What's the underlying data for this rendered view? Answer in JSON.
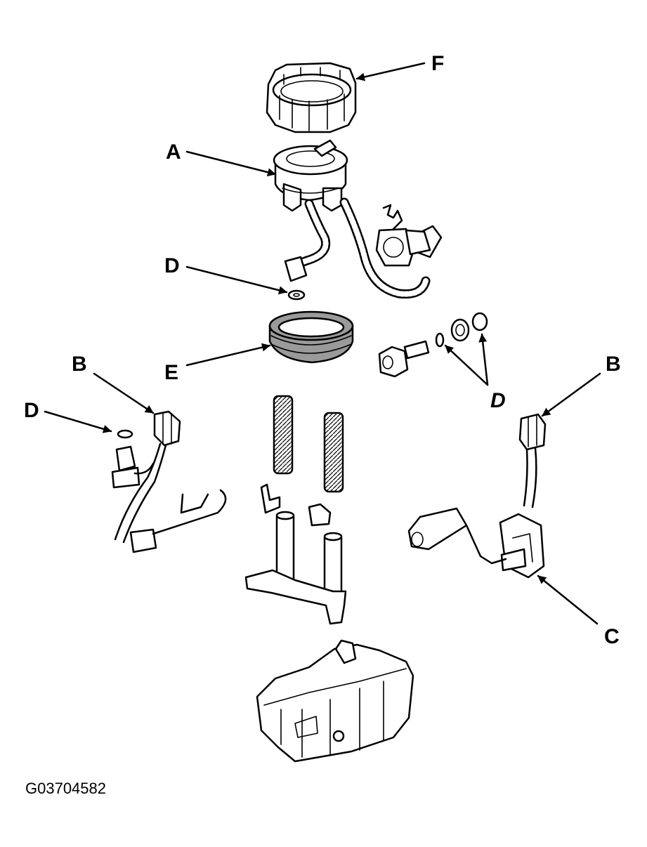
{
  "diagram_id": "G03704582",
  "callouts": {
    "A": "A",
    "B_left": "B",
    "B_right": "B",
    "C": "C",
    "D_upper": "D",
    "D_left": "D",
    "D_right": "D",
    "E": "E",
    "F": "F"
  }
}
